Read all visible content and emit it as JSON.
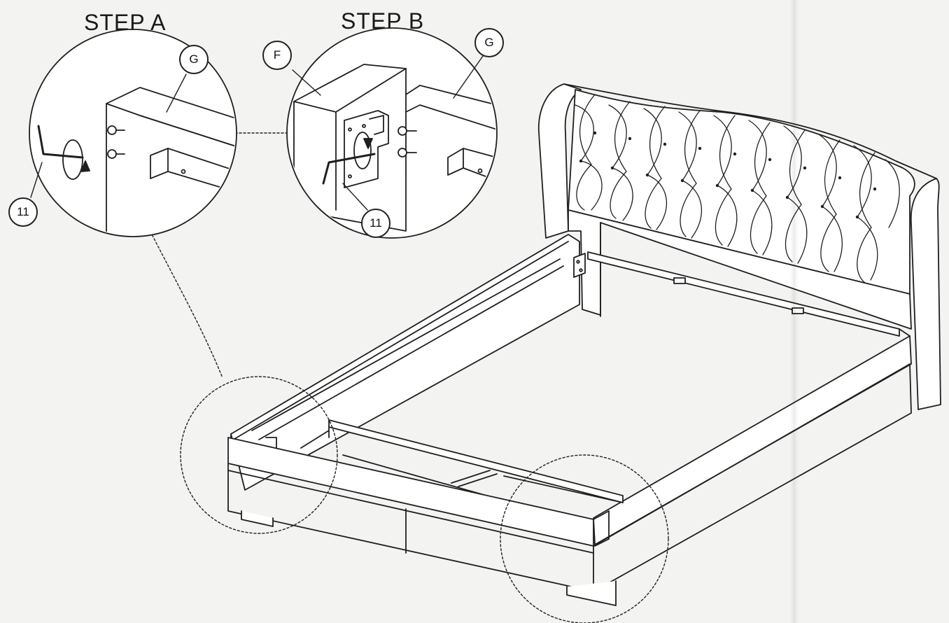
{
  "steps": {
    "a_title": "STEP A",
    "b_title": "STEP B"
  },
  "labels": {
    "step_a_part_g": "G",
    "step_a_tool": "11",
    "step_b_part_f": "F",
    "step_b_part_g": "G",
    "step_b_tool": "11"
  },
  "icons": {
    "rotate": "rotate-arrow-icon",
    "allen_key": "allen-key-icon",
    "bolt": "bolt-icon"
  }
}
